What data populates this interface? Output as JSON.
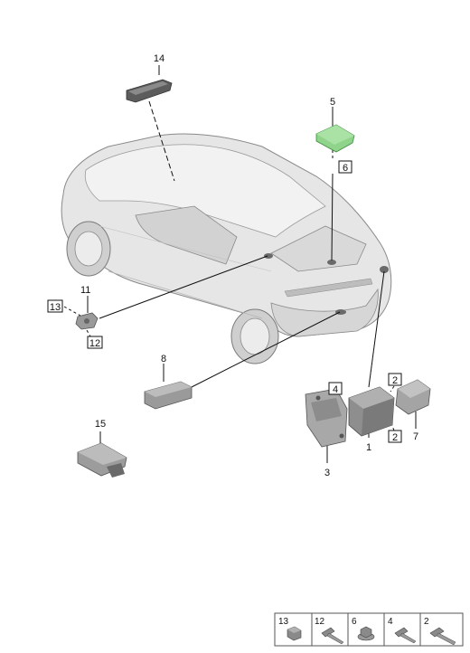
{
  "callouts": {
    "c1": "1",
    "c2a": "2",
    "c2b": "2",
    "c3": "3",
    "c4": "4",
    "c5": "5",
    "c6": "6",
    "c7": "7",
    "c8": "8",
    "c11": "11",
    "c12": "12",
    "c13": "13",
    "c14": "14",
    "c15": "15"
  },
  "fastener_tray": [
    {
      "number": "13",
      "icon": "nut-icon"
    },
    {
      "number": "12",
      "icon": "screw-icon"
    },
    {
      "number": "6",
      "icon": "flange-nut-icon"
    },
    {
      "number": "4",
      "icon": "screw-icon"
    },
    {
      "number": "2",
      "icon": "bolt-icon"
    }
  ],
  "colors": {
    "highlight_part": "#8fd48a",
    "car_body": "#e6e6e6",
    "outline": "#7a7a7a",
    "part_grey": "#9a9a9a"
  }
}
